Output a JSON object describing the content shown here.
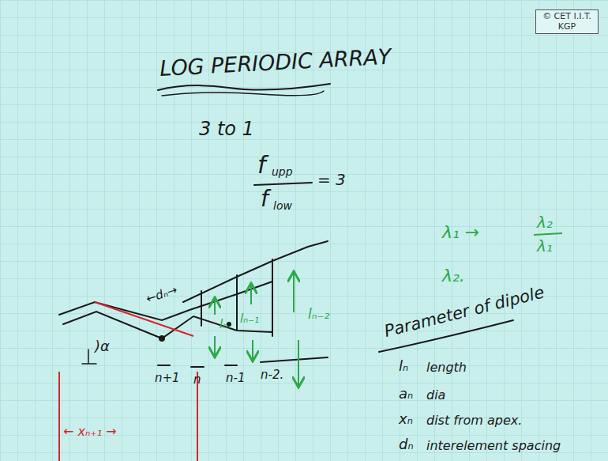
{
  "diagram": {
    "title": "LOG PERIODIC ARRAY",
    "nodes": [
      {
        "text": [
          "© CET I.I.T. KGP"
        ]
      }
    ],
    "labels": [
      "3 to 1",
      "f",
      "upp",
      "f",
      "low",
      "= 3",
      "λ₁ →",
      "λ₂",
      "λ₁",
      "λ₂.",
      "←dₙ→",
      "lₙ",
      "lₙ₋₁",
      "lₙ₋₂",
      "n+1",
      "n",
      "n-1",
      "n-2.",
      ")α",
      "← xₙ₊₁ →",
      "Parameter of dipole",
      "lₙ",
      "length",
      "aₙ",
      "dia",
      "xₙ",
      "dist from apex.",
      "dₙ",
      "interelement spacing"
    ]
  }
}
